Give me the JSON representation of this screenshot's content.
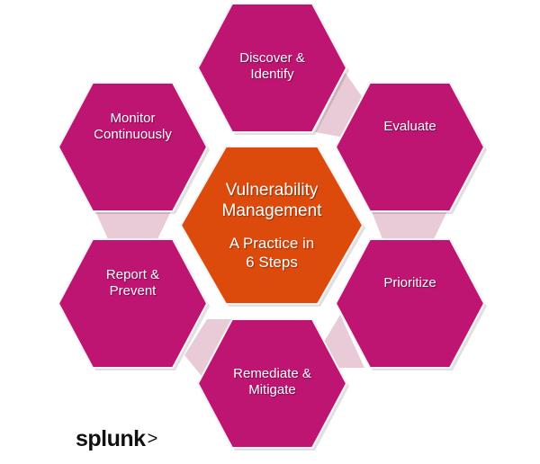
{
  "colors": {
    "step": "#be1472",
    "center": "#dc4a0c",
    "connector": "#e8cbd6"
  },
  "center": {
    "title_line1": "Vulnerability",
    "title_line2": "Management",
    "sub_line1": "A Practice in",
    "sub_line2": "6 Steps"
  },
  "steps": [
    {
      "line1": "Discover &",
      "line2": "Identify"
    },
    {
      "line1": "Evaluate",
      "line2": ""
    },
    {
      "line1": "Prioritize",
      "line2": ""
    },
    {
      "line1": "Remediate &",
      "line2": "Mitigate"
    },
    {
      "line1": "Report &",
      "line2": "Prevent"
    },
    {
      "line1": "Monitor",
      "line2": "Continuously"
    }
  ],
  "logo": {
    "text": "splunk",
    "mark": ">"
  }
}
